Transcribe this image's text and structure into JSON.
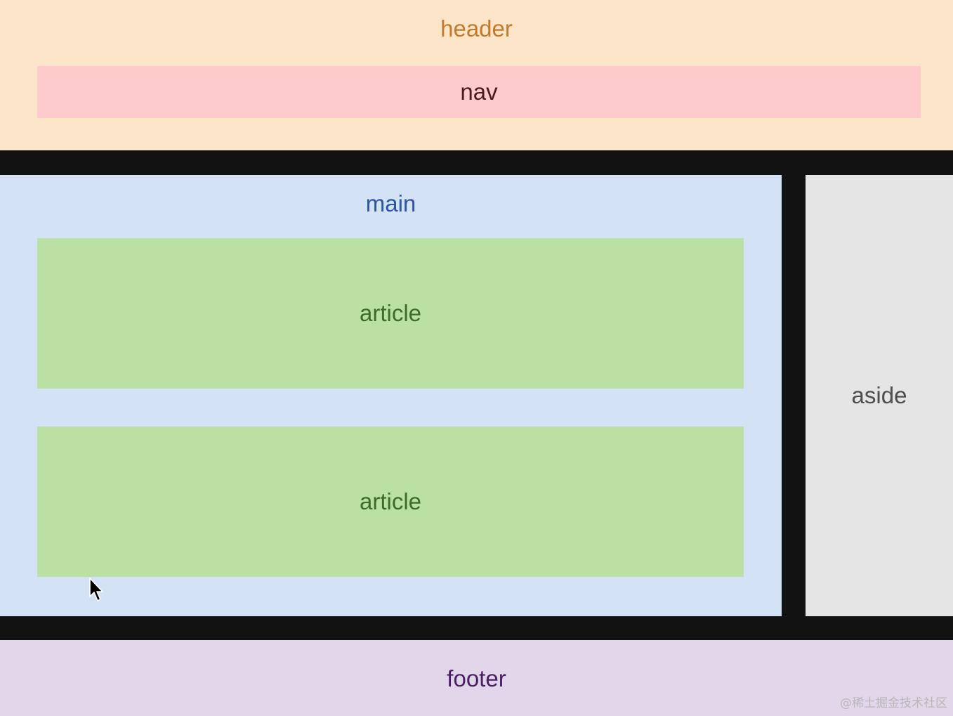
{
  "header": {
    "label": "header"
  },
  "nav": {
    "label": "nav"
  },
  "main": {
    "label": "main",
    "articles": [
      {
        "label": "article"
      },
      {
        "label": "article"
      }
    ]
  },
  "aside": {
    "label": "aside"
  },
  "footer": {
    "label": "footer"
  },
  "watermark": "@稀土掘金技术社区",
  "icons": {
    "cursor": "mouse-pointer-icon"
  },
  "colors": {
    "header": "#fde5c9",
    "nav": "#fdcbcc",
    "main": "#d4e2f6",
    "article": "#bbe0a4",
    "aside": "#e5e5e5",
    "footer": "#e2d6ea",
    "gap": "#121212"
  }
}
